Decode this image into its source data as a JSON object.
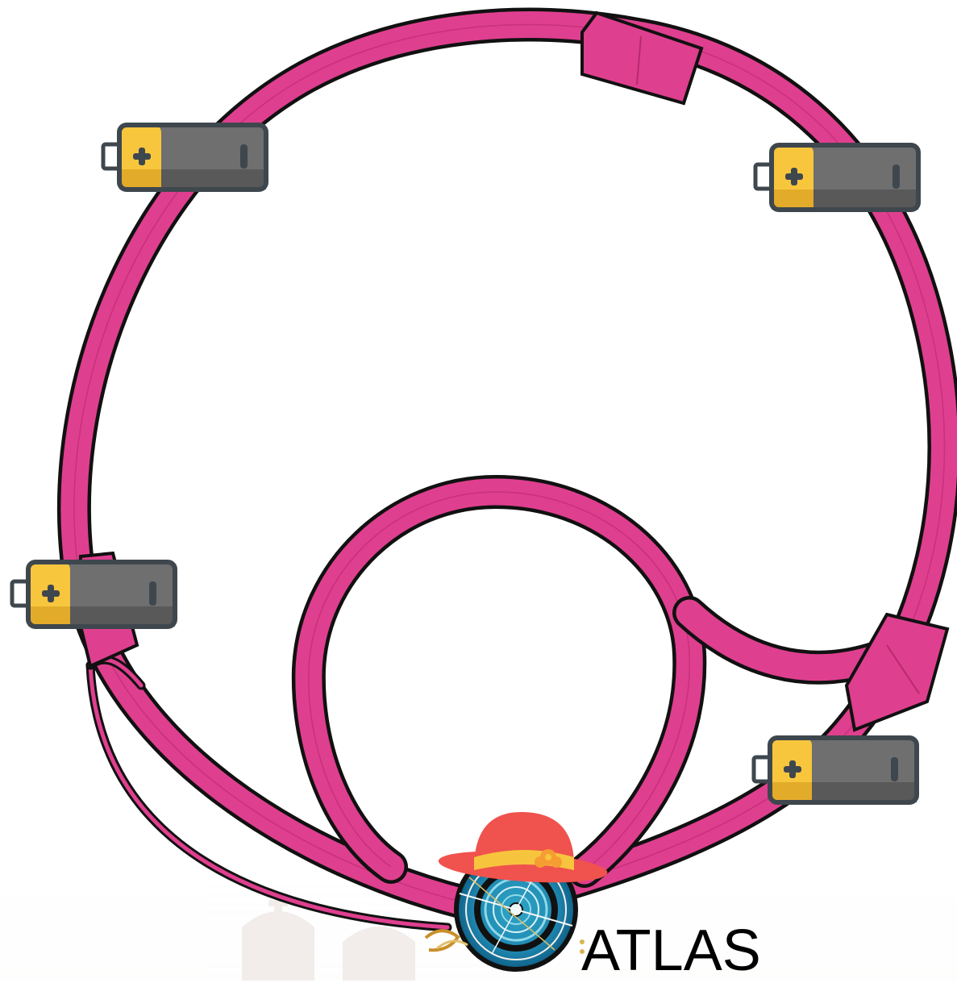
{
  "scene": {
    "title": "",
    "background_color": "#ffffff",
    "track_color": "#df3f8f",
    "outline_color": "#111111"
  },
  "batteries": [
    {
      "name": "battery-top-left",
      "icon": "battery-icon"
    },
    {
      "name": "battery-top-right",
      "icon": "battery-icon"
    },
    {
      "name": "battery-left",
      "icon": "battery-icon"
    },
    {
      "name": "battery-bottom-right",
      "icon": "battery-icon"
    }
  ],
  "detector": {
    "icon": "detector-icon",
    "hat_icon": "red-hat-icon",
    "label": "ATLAS",
    "label_color": "#000000"
  }
}
